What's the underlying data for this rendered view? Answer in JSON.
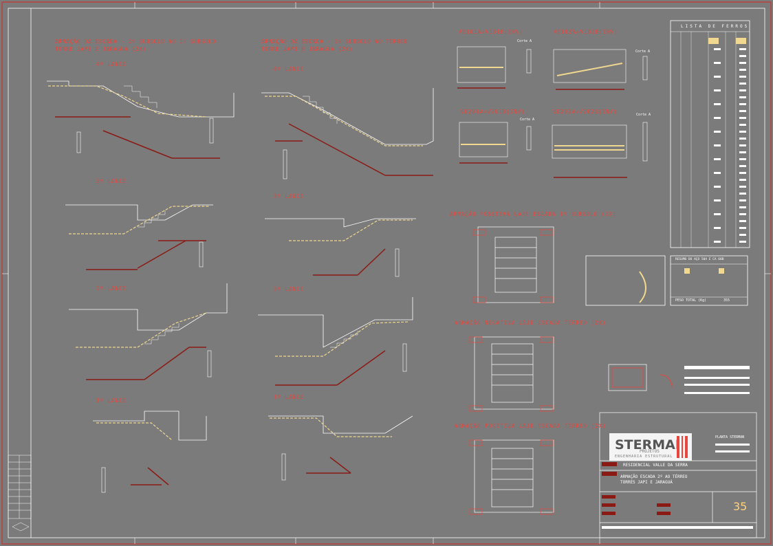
{
  "section_titles": {
    "left_line1": "ARMAÇÃO DA ESCADA - 2º SUBSOLO AO 1º SUBSOLO",
    "left_line2": "TORRE JAPI E JARAGUÁ (2X)",
    "mid_line1": "ARMAÇÃO DA ESCADA - 1º SUBSOLO AO TÉRREO",
    "mid_line2": "TORRE JAPI E JARAGUÁ (2X)"
  },
  "lances_left": [
    "4º LANCE",
    "3º LANCE",
    "2º LANCE",
    "1º LANCE"
  ],
  "lances_mid": [
    "4º LANCE",
    "3º LANCE",
    "2º LANCE",
    "1º LANCE"
  ],
  "beams": [
    "VE101A=V101B(INV)",
    "VE102A=V102B(INV)",
    "VE201A=V201B(INV)",
    "VE202A=V202B(INV)"
  ],
  "corte_labels": [
    "Corte A",
    "Corte A",
    "Corte A",
    "Corte A"
  ],
  "slab_titles": [
    "ARMAÇÃO POSITIVA LAJE ESCADA 1º SUBSOLO (2X)",
    "ARMAÇÃO NEGATIVA LAJE ESCADA TÉRREO (2X)",
    "ARMAÇÃO POSITIVA LAJE ESCADA TÉRREO (2X)"
  ],
  "lista_ferros": "LISTA DE FERROS",
  "resumo_title": "RESUMO DO AÇO 50A E CA 60B",
  "peso_total_label": "PESO TOTAL (Kg)",
  "peso_total_value": "355",
  "logo": {
    "brand": "STERMAN",
    "sub1": "PROJETOS",
    "sub2": "ENGENHARIA ESTRUTURAL"
  },
  "planta_label": "PLANTA STERMAN",
  "project_name": "RESIDENCIAL VALLE DA SERRA",
  "drawing_line1": "ARMAÇÃO ESCADA 2º AO TÉRREO",
  "drawing_line2": "TORRES JAPI E JARAGUÁ",
  "page_number": "35",
  "colors": {
    "background": "#7b7b7b",
    "accent_red": "#e8453c",
    "dark_red": "#8b1a14",
    "line_white": "#ffffff",
    "rebar_yellow": "#f0d890",
    "frame_red": "#c8352d"
  }
}
